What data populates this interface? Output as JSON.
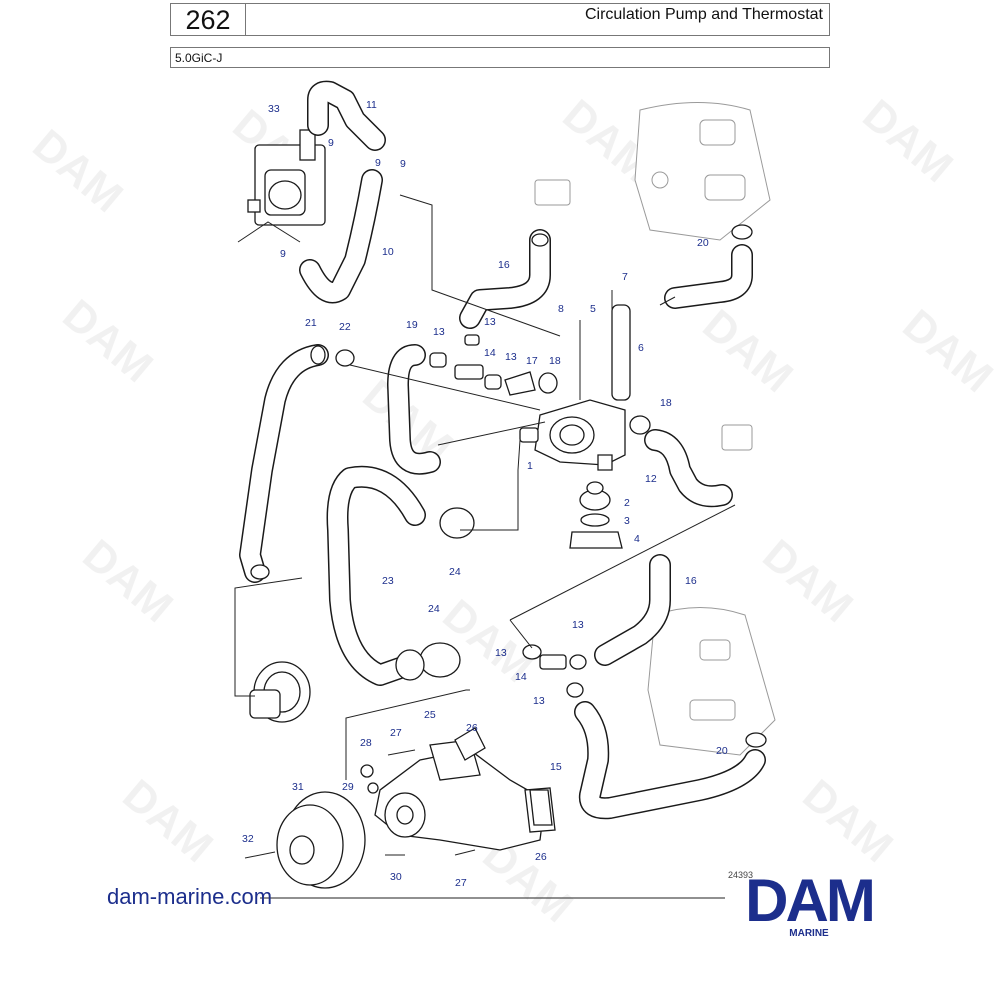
{
  "header": {
    "page_number": "262",
    "title": "Circulation Pump and Thermostat",
    "model": "5.0GiC-J"
  },
  "callouts": [
    {
      "id": "33",
      "label": "33"
    },
    {
      "id": "11",
      "label": "11"
    },
    {
      "id": "9a",
      "label": "9"
    },
    {
      "id": "9b",
      "label": "9"
    },
    {
      "id": "9c",
      "label": "9"
    },
    {
      "id": "9d",
      "label": "9"
    },
    {
      "id": "10",
      "label": "10"
    },
    {
      "id": "16a",
      "label": "16"
    },
    {
      "id": "20a",
      "label": "20"
    },
    {
      "id": "7",
      "label": "7"
    },
    {
      "id": "8",
      "label": "8"
    },
    {
      "id": "5",
      "label": "5"
    },
    {
      "id": "6",
      "label": "6"
    },
    {
      "id": "21",
      "label": "21"
    },
    {
      "id": "22",
      "label": "22"
    },
    {
      "id": "19",
      "label": "19"
    },
    {
      "id": "13a",
      "label": "13"
    },
    {
      "id": "13b",
      "label": "13"
    },
    {
      "id": "14a",
      "label": "14"
    },
    {
      "id": "13c",
      "label": "13"
    },
    {
      "id": "17",
      "label": "17"
    },
    {
      "id": "18a",
      "label": "18"
    },
    {
      "id": "18b",
      "label": "18"
    },
    {
      "id": "1",
      "label": "1"
    },
    {
      "id": "12",
      "label": "12"
    },
    {
      "id": "2",
      "label": "2"
    },
    {
      "id": "3",
      "label": "3"
    },
    {
      "id": "4",
      "label": "4"
    },
    {
      "id": "24a",
      "label": "24"
    },
    {
      "id": "23",
      "label": "23"
    },
    {
      "id": "16b",
      "label": "16"
    },
    {
      "id": "24b",
      "label": "24"
    },
    {
      "id": "13d",
      "label": "13"
    },
    {
      "id": "13e",
      "label": "13"
    },
    {
      "id": "14b",
      "label": "14"
    },
    {
      "id": "13f",
      "label": "13"
    },
    {
      "id": "26a",
      "label": "26"
    },
    {
      "id": "25",
      "label": "25"
    },
    {
      "id": "27a",
      "label": "27"
    },
    {
      "id": "28",
      "label": "28"
    },
    {
      "id": "15",
      "label": "15"
    },
    {
      "id": "20b",
      "label": "20"
    },
    {
      "id": "29",
      "label": "29"
    },
    {
      "id": "31",
      "label": "31"
    },
    {
      "id": "32",
      "label": "32"
    },
    {
      "id": "26b",
      "label": "26"
    },
    {
      "id": "30",
      "label": "30"
    },
    {
      "id": "27b",
      "label": "27"
    }
  ],
  "footer": {
    "website": "dam-marine.com",
    "logo_text": "DAM",
    "logo_sub": "MARINE",
    "ref_code": "24393"
  },
  "colors": {
    "label_blue": "#1c2e8c",
    "line": "#1a1a1a",
    "faint": "#9a9a9a"
  }
}
